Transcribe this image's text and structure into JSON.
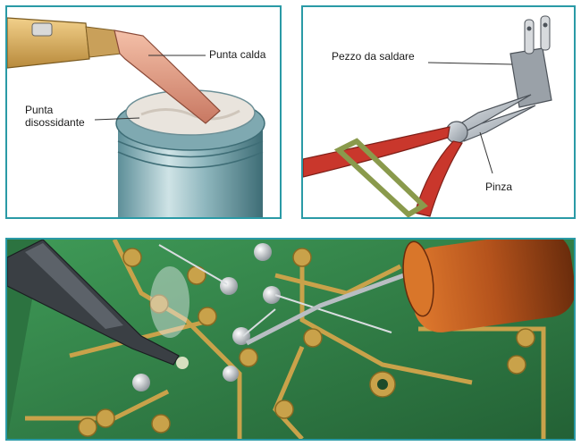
{
  "panel_top_left": {
    "label_hot_tip": "Punta calda",
    "label_deox_tip_line1": "Punta",
    "label_deox_tip_line2": "disossidante"
  },
  "panel_top_right": {
    "label_workpiece": "Pezzo da saldare",
    "label_pliers": "Pinza"
  },
  "colors": {
    "panel_border": "#2a9aa6",
    "pcb_green": "#2f7d43",
    "copper_pad": "#c89a3c"
  }
}
